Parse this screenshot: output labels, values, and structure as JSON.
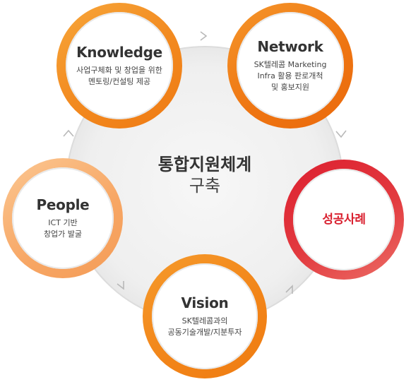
{
  "center": {
    "title": "통합지원체계",
    "subtitle": "구축"
  },
  "nodes": {
    "knowledge": {
      "title": "Knowledge",
      "desc": [
        "사업구체화 및 창업을 위한",
        "멘토링/컨설팅 제공"
      ]
    },
    "network": {
      "title": "Network",
      "desc": [
        "SK텔레콤 Marketing",
        "Infra 활용 판로개척",
        "및 홍보지원"
      ]
    },
    "people": {
      "title": "People",
      "desc": [
        "ICT 기반",
        "창업가 발굴"
      ]
    },
    "success": {
      "title": "성공사례"
    },
    "vision": {
      "title": "Vision",
      "desc": [
        "SK텔레콤과의",
        "공동기술개발/지분투자"
      ]
    }
  },
  "colors": {
    "knowledge": "#f2891f",
    "network": "#ee7411",
    "people": "#f7a664",
    "success": "#d9202f",
    "vision": "#f28418",
    "cycle_line": "#d8d8d8",
    "center_fill": "#f3f3f3"
  }
}
